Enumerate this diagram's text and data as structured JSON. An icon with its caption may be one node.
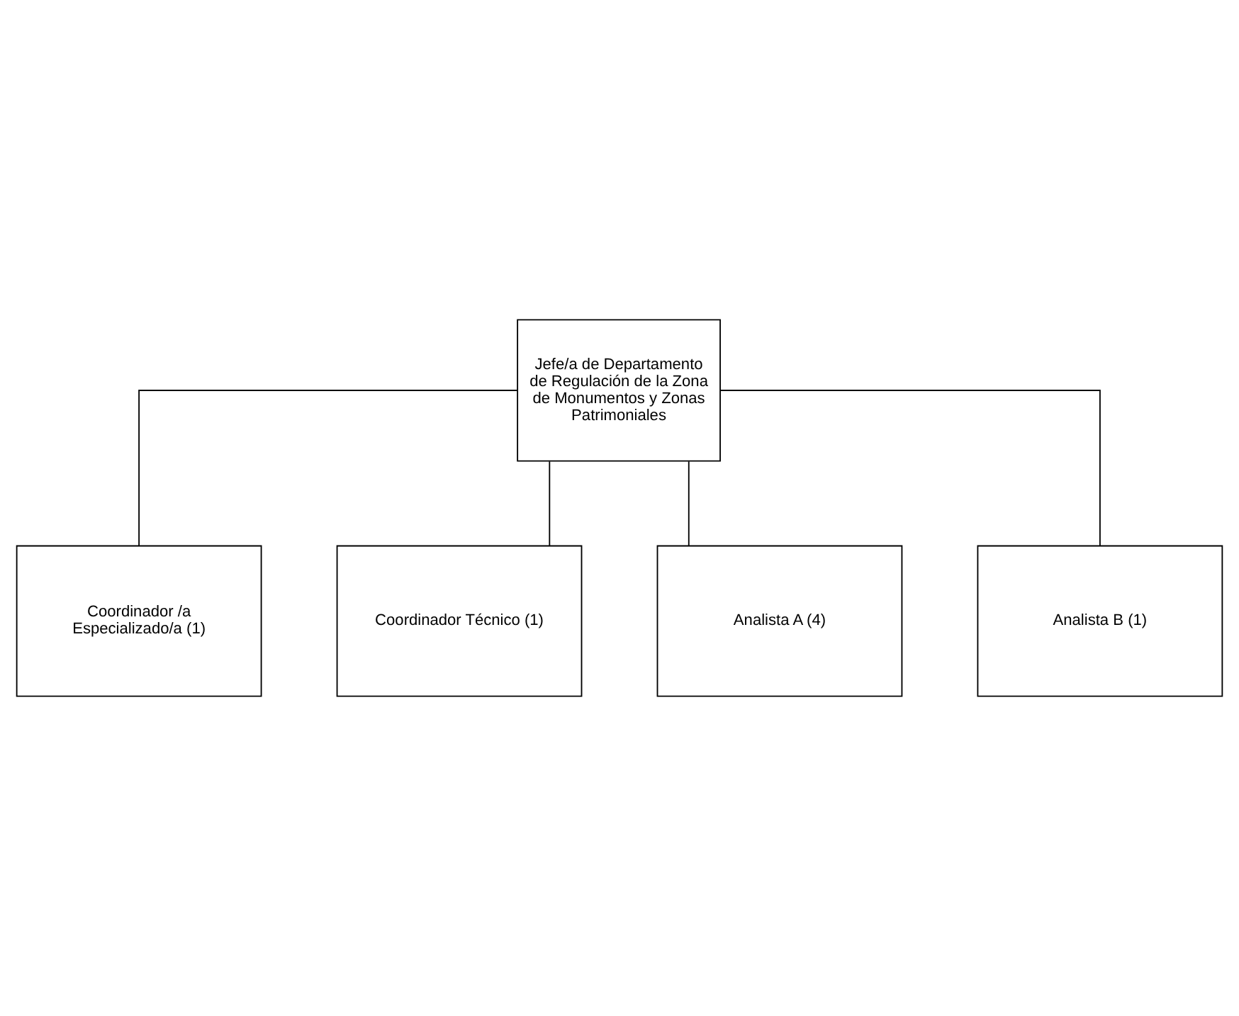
{
  "diagram": {
    "nodes": [
      {
        "text": [
          "Jefe/a de Departamento de Regulación de la Zona de Monumentos y Zonas Patrimoniales"
        ]
      },
      {
        "text": [
          "Coordinador /a Especializado/a (1)"
        ]
      },
      {
        "text": [
          "Coordinador Técnico (1)"
        ]
      },
      {
        "text": [
          "Analista A (4)"
        ]
      },
      {
        "text": [
          "Analista B (1)"
        ]
      }
    ],
    "edges": [
      {
        "from": 0,
        "to": 1,
        "arrow": "none"
      },
      {
        "from": 0,
        "to": 2,
        "arrow": "none"
      },
      {
        "from": 0,
        "to": 3,
        "arrow": "none"
      },
      {
        "from": 0,
        "to": 4,
        "arrow": "none"
      }
    ]
  }
}
